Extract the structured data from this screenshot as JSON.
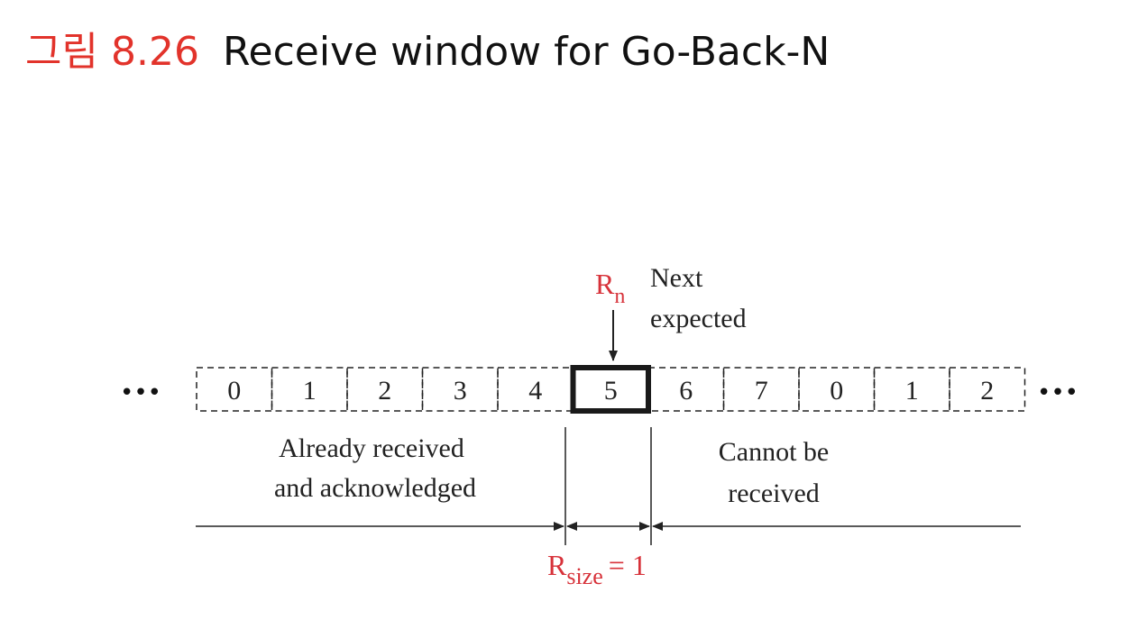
{
  "title": {
    "prefix": "그림",
    "number": "8.26",
    "text": "Receive window for Go-Back-N"
  },
  "sequence": [
    "0",
    "1",
    "2",
    "3",
    "4",
    "5",
    "6",
    "7",
    "0",
    "1",
    "2"
  ],
  "current_index": 5,
  "ellipsis": "•••",
  "pointer": {
    "symbol": "R",
    "subscript": "n",
    "label_line1": "Next",
    "label_line2": "expected"
  },
  "regions": {
    "left_line1": "Already received",
    "left_line2": "and acknowledged",
    "right_line1": "Cannot be",
    "right_line2": "received"
  },
  "window_size": {
    "symbol": "R",
    "subscript": "size",
    "value": "= 1"
  },
  "colors": {
    "accent_red": "#d7323a",
    "title_red": "#e2332b",
    "ink": "#222222"
  }
}
